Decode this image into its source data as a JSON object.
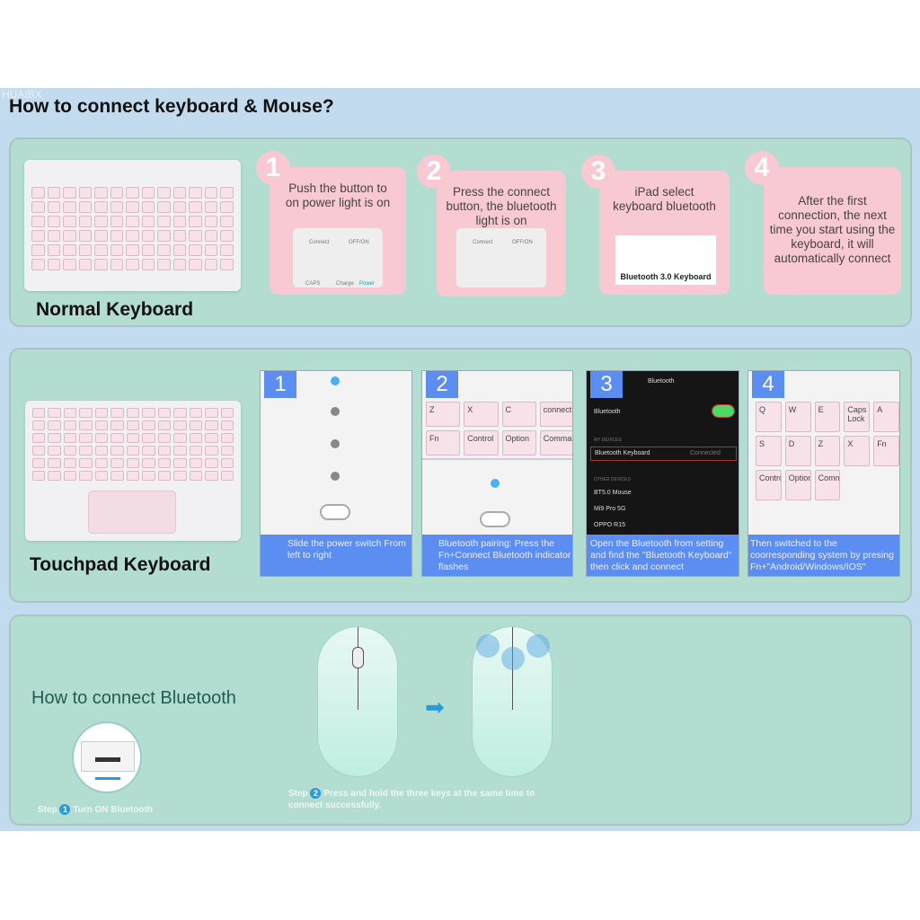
{
  "watermark": "HUAIBX",
  "title": "How to connect keyboard & Mouse?",
  "normal": {
    "label": "Normal Keyboard",
    "steps": [
      {
        "num": "1",
        "text": "Push the button to on power light is on"
      },
      {
        "num": "2",
        "text": "Press the connect button, the bluetooth light is on"
      },
      {
        "num": "3",
        "text": "iPad select keyboard bluetooth",
        "device": "Bluetooth 3.0 Keyboard"
      },
      {
        "num": "4",
        "text": "After the first connection, the next time you start using the keyboard, it will automatically connect"
      }
    ],
    "switch_labels": {
      "connect": "Connect",
      "off_on": "OFF/ON",
      "caps": "CAPS",
      "charge": "Charge",
      "power": "Power"
    }
  },
  "touchpad": {
    "label": "Touchpad Keyboard",
    "steps": [
      {
        "num": "1",
        "caption": "Slide the power switch From left to right"
      },
      {
        "num": "2",
        "caption": "Bluetooth pairing: Press the Fn+Connect Bluetooth indicator flashes",
        "keys": [
          "Z",
          "X",
          "C",
          "connect",
          "Fn",
          "Control",
          "Option",
          "Command"
        ]
      },
      {
        "num": "3",
        "caption": "Open the Bluetooth from setting and find the \"Bluetooth Keyboard\" then click and connect"
      },
      {
        "num": "4",
        "caption": "Then switched to the coorresponding system by presing Fn+\"Android/Windows/IOS\"",
        "keys": [
          "Q",
          "W",
          "E",
          "Caps Lock",
          "A",
          "S",
          "D",
          "Z",
          "X",
          "Fn",
          "Control",
          "Option",
          "Command"
        ],
        "sub": [
          "Android",
          "Windows",
          "IOS"
        ]
      }
    ],
    "bt_screen": {
      "header": "Bluetooth",
      "toggle_label": "Bluetooth",
      "my_devices": "MY DEVICES",
      "keyboard": "Bluetooth Keyboard",
      "status": "Connected",
      "other": "OTHER DEVICES",
      "others": [
        "BT5.0 Mouse",
        "Mi9 Pro 5G",
        "OPPO R15"
      ]
    }
  },
  "mouse": {
    "heading": "How to connect Bluetooth",
    "step1_word": "Step",
    "step1_num": "1",
    "step1": "Turn ON Bluetooth",
    "step2_word": "Step",
    "step2_num": "2",
    "step2": "Press and hold the three keys at the same time to connect successfully."
  },
  "colors": {
    "accent": "#5b8ef0",
    "pink": "#f8c8d3",
    "panel": "#b3ddd1"
  }
}
